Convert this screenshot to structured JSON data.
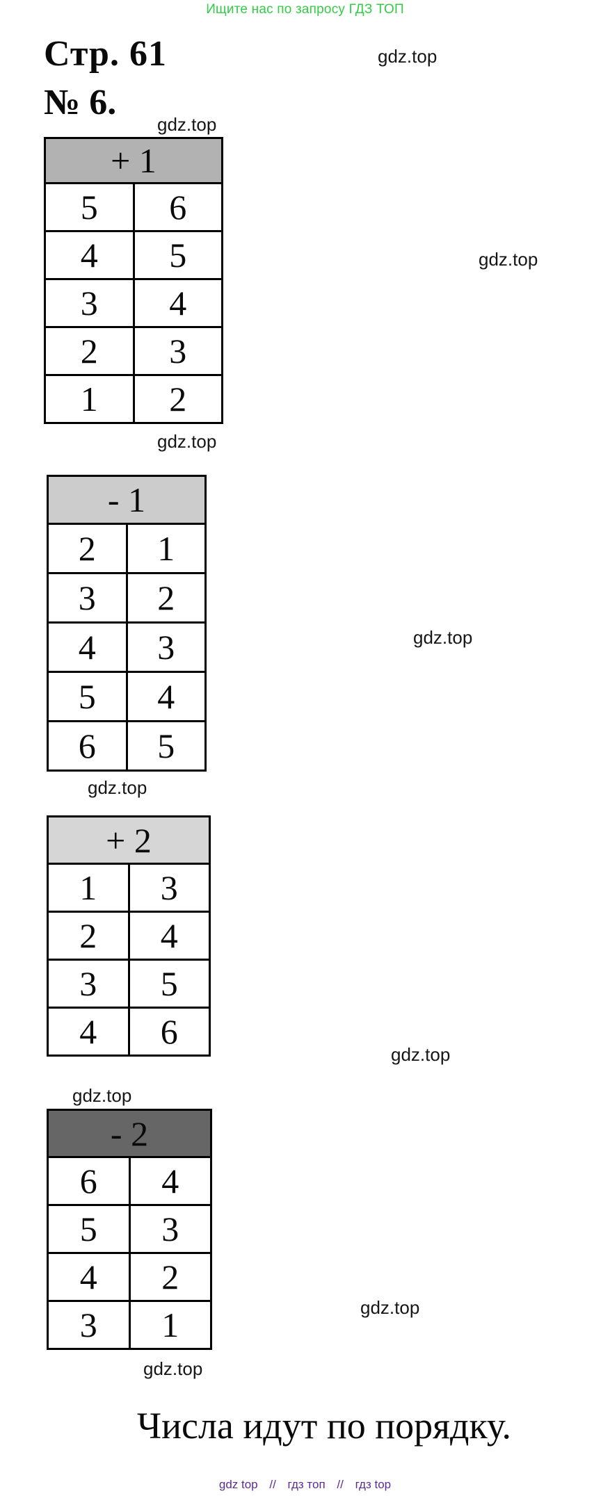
{
  "page": {
    "promo_banner": "Ищите нас по запросу ГДЗ ТОП",
    "page_heading": "Стр. 61",
    "task_heading": "№ 6.",
    "watermark": "gdz.top",
    "conclusion": "Числа идут по порядку."
  },
  "colors": {
    "promo_green": "#33cc44",
    "footer_purple": "#5c2d91",
    "table_header_gray_plus1": "#b2b2b2",
    "table_header_gray_minus1": "#cccccc",
    "table_header_gray_plus2": "#d6d6d6",
    "table_header_gray_minus2": "#666666"
  },
  "tables": [
    {
      "operation": "+ 1",
      "header_bg": "#b2b2b2",
      "rows": [
        [
          "5",
          "6"
        ],
        [
          "4",
          "5"
        ],
        [
          "3",
          "4"
        ],
        [
          "2",
          "3"
        ],
        [
          "1",
          "2"
        ]
      ]
    },
    {
      "operation": "- 1",
      "header_bg": "#cccccc",
      "rows": [
        [
          "2",
          "1"
        ],
        [
          "3",
          "2"
        ],
        [
          "4",
          "3"
        ],
        [
          "5",
          "4"
        ],
        [
          "6",
          "5"
        ]
      ]
    },
    {
      "operation": "+ 2",
      "header_bg": "#d6d6d6",
      "rows": [
        [
          "1",
          "3"
        ],
        [
          "2",
          "4"
        ],
        [
          "3",
          "5"
        ],
        [
          "4",
          "6"
        ]
      ]
    },
    {
      "operation": "- 2",
      "header_bg": "#666666",
      "rows": [
        [
          "6",
          "4"
        ],
        [
          "5",
          "3"
        ],
        [
          "4",
          "2"
        ],
        [
          "3",
          "1"
        ]
      ]
    }
  ],
  "footer": {
    "links": [
      "gdz top",
      "гдз топ",
      "гдз top"
    ],
    "separator": "//"
  }
}
